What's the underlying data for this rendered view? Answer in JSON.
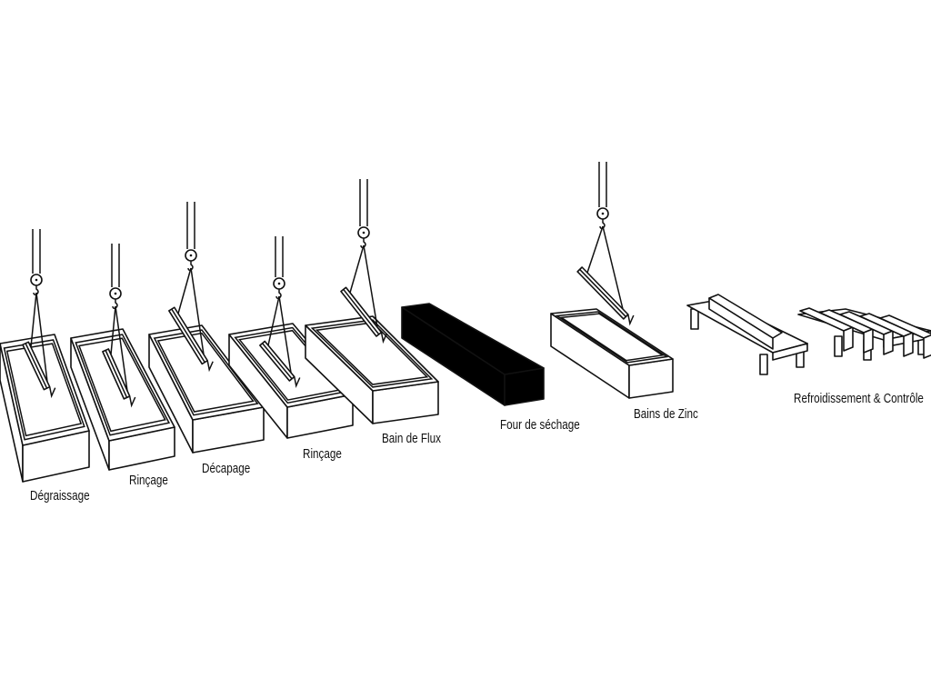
{
  "diagram": {
    "title": "",
    "stages": [
      {
        "label": "Dégraissage"
      },
      {
        "label": "Rinçage"
      },
      {
        "label": "Décapage"
      },
      {
        "label": "Rinçage"
      },
      {
        "label": "Bain de Flux"
      },
      {
        "label": "Four de séchage"
      },
      {
        "label": "Bains de Zinc"
      },
      {
        "label": "Refroidissement & Contrôle"
      }
    ],
    "colors": {
      "line": "#111111",
      "oven": "#000000",
      "background": "#ffffff"
    }
  }
}
